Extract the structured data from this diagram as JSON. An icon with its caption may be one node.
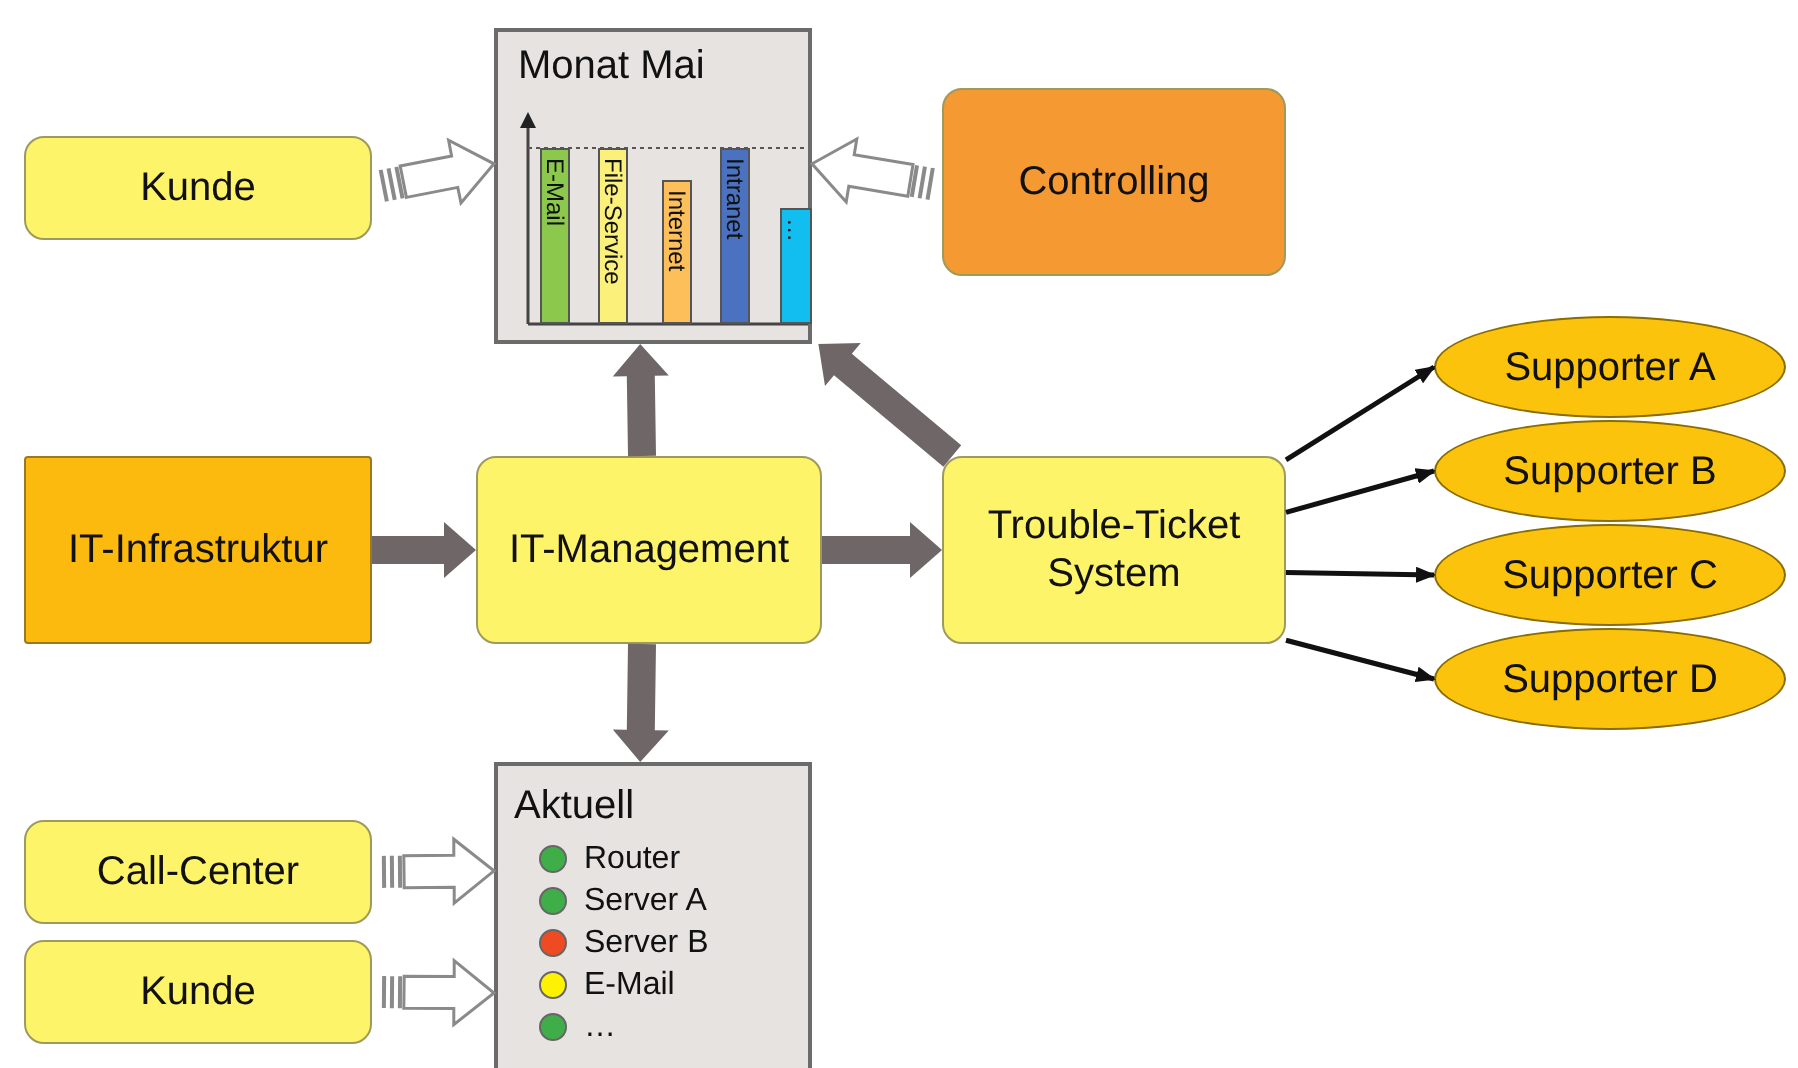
{
  "diagram": {
    "nodes": [
      {
        "text": [
          "Kunde"
        ]
      },
      {
        "text": [
          "Monat Mai"
        ]
      },
      {
        "text": [
          "Controlling"
        ]
      },
      {
        "text": [
          "IT-Infrastruktur"
        ]
      },
      {
        "text": [
          "IT-Management"
        ]
      },
      {
        "text": [
          "Trouble-Ticket System"
        ]
      },
      {
        "text": [
          "Supporter A"
        ]
      },
      {
        "text": [
          "Supporter B"
        ]
      },
      {
        "text": [
          "Supporter C"
        ]
      },
      {
        "text": [
          "Supporter D"
        ]
      },
      {
        "text": [
          "Aktuell",
          "Router",
          "Server A",
          "Server B",
          "E-Mail",
          "…"
        ]
      },
      {
        "text": [
          "Call-Center"
        ]
      },
      {
        "text": [
          "Kunde"
        ]
      },
      {
        "text": [
          "E-Mail"
        ],
        "in": 1
      },
      {
        "text": [
          "File-Service"
        ],
        "in": 1
      },
      {
        "text": [
          "Internet"
        ],
        "in": 1
      },
      {
        "text": [
          "Intranet"
        ],
        "in": 1
      },
      {
        "text": [
          "…"
        ],
        "in": 1
      }
    ],
    "edges": [
      {
        "from": 0,
        "to": 1,
        "arrow": "to",
        "color": "#ffffff"
      },
      {
        "from": 2,
        "to": 1,
        "arrow": "to",
        "color": "#ffffff"
      },
      {
        "from": 3,
        "to": 4,
        "arrow": "to",
        "style": "thick",
        "color": "#6f6767"
      },
      {
        "from": 4,
        "to": 5,
        "arrow": "to",
        "style": "thick",
        "color": "#6f6767"
      },
      {
        "from": 4,
        "to": 1,
        "arrow": "to",
        "style": "thick",
        "color": "#6f6767"
      },
      {
        "from": 4,
        "to": 10,
        "arrow": "to",
        "style": "thick",
        "color": "#6f6767"
      },
      {
        "from": 5,
        "to": 1,
        "arrow": "to",
        "style": "thick",
        "color": "#6f6767"
      },
      {
        "from": 5,
        "to": 6,
        "arrow": "to"
      },
      {
        "from": 5,
        "to": 7,
        "arrow": "to"
      },
      {
        "from": 5,
        "to": 8,
        "arrow": "to"
      },
      {
        "from": 5,
        "to": 9,
        "arrow": "to"
      },
      {
        "from": 11,
        "to": 10,
        "arrow": "to",
        "color": "#ffffff"
      },
      {
        "from": 12,
        "to": 10,
        "arrow": "to",
        "color": "#ffffff"
      }
    ]
  }
}
